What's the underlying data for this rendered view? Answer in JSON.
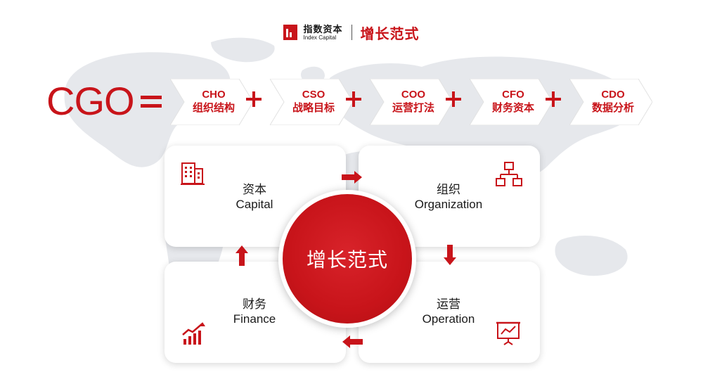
{
  "brand": {
    "name_cn": "指数资本",
    "name_en": "Index Capital",
    "title": "增长范式"
  },
  "formula": {
    "lhs": "CGO",
    "terms": [
      {
        "code": "CHO",
        "label": "组织结构"
      },
      {
        "code": "CSO",
        "label": "战略目标"
      },
      {
        "code": "COO",
        "label": "运营打法"
      },
      {
        "code": "CFO",
        "label": "财务资本"
      },
      {
        "code": "CDO",
        "label": "数据分析"
      }
    ]
  },
  "cycle": {
    "center": "增长范式",
    "capital": {
      "cn": "资本",
      "en": "Capital"
    },
    "organization": {
      "cn": "组织",
      "en": "Organization"
    },
    "operation": {
      "cn": "运营",
      "en": "Operation"
    },
    "finance": {
      "cn": "财务",
      "en": "Finance"
    }
  },
  "colors": {
    "accent": "#c8141a",
    "map": "#e6e8ec"
  },
  "icons": [
    "building-icon",
    "org-chart-icon",
    "presentation-chart-icon",
    "growth-chart-icon"
  ]
}
